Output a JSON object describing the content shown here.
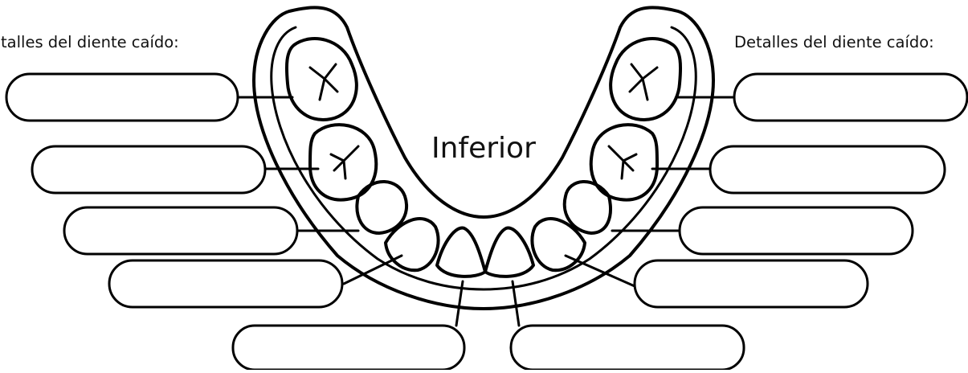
{
  "title_left": "Detalles del diente caído:",
  "title_right": "Detalles del diente caído:",
  "arch_label": "Inferior",
  "colors": {
    "ink": "#000000",
    "background": "#ffffff"
  },
  "left_boxes": [
    {
      "label": "",
      "tooth": "molar-2"
    },
    {
      "label": "",
      "tooth": "molar-1"
    },
    {
      "label": "",
      "tooth": "canine"
    },
    {
      "label": "",
      "tooth": "lateral-incisor"
    },
    {
      "label": "",
      "tooth": "central-incisor"
    }
  ],
  "right_boxes": [
    {
      "label": "",
      "tooth": "molar-2"
    },
    {
      "label": "",
      "tooth": "molar-1"
    },
    {
      "label": "",
      "tooth": "canine"
    },
    {
      "label": "",
      "tooth": "lateral-incisor"
    },
    {
      "label": "",
      "tooth": "central-incisor"
    }
  ]
}
